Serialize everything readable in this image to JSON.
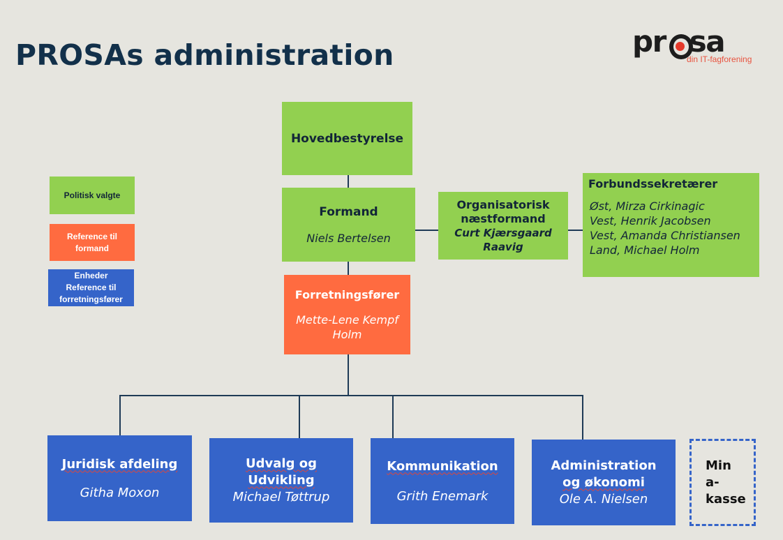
{
  "page": {
    "title": "PROSAs administration"
  },
  "logo": {
    "word_left": "pr",
    "word_right": "sa",
    "tagline": "din IT-fagforening"
  },
  "legend": {
    "political": "Politisk valgte",
    "reference_chair_line1": "Reference til",
    "reference_chair_line2": "formand",
    "units_line1": "Enheder",
    "units_line2": "Reference til",
    "units_line3": "forretningsfører"
  },
  "org": {
    "board": "Hovedbestyrelse",
    "chair_title": "Formand",
    "chair_name": "Niels Bertelsen",
    "vice_title_line1": "Organisatorisk",
    "vice_title_line2": "næstformand",
    "vice_name_line1": "Curt Kjærsgaard",
    "vice_name_line2": "Raavig",
    "secretaries_title": "Forbundssekretærer",
    "secretaries": [
      "Øst, Mirza Cirkinagic",
      "Vest, Henrik Jacobsen",
      "Vest, Amanda Christiansen",
      "Land, Michael Holm"
    ],
    "manager_title": "Forretningsfører",
    "manager_name_line1": "Mette-Lene Kempf",
    "manager_name_line2": "Holm"
  },
  "units": [
    {
      "title_line1": "Juridisk afdeling",
      "title_line2": "",
      "name": "Githa Moxon"
    },
    {
      "title_line1": "Udvalg og",
      "title_line2": "Udvikling",
      "name": "Michael Tøttrup"
    },
    {
      "title_line1": "Kommunikation",
      "title_line2": "",
      "name": "Grith Enemark"
    },
    {
      "title_line1": "Administration",
      "title_line2": "og økonomi",
      "name": "Ole A. Nielsen"
    }
  ],
  "mina": {
    "line1": "Min",
    "line2": "a-",
    "line3": "kasse"
  },
  "colors": {
    "background": "#e6e5df",
    "political_green": "#92d050",
    "chair_reference_orange": "#ff6b40",
    "units_blue": "#3564c9",
    "title_navy": "#12304a",
    "connector": "#1e3a56",
    "logo_red": "#e53a2b"
  }
}
